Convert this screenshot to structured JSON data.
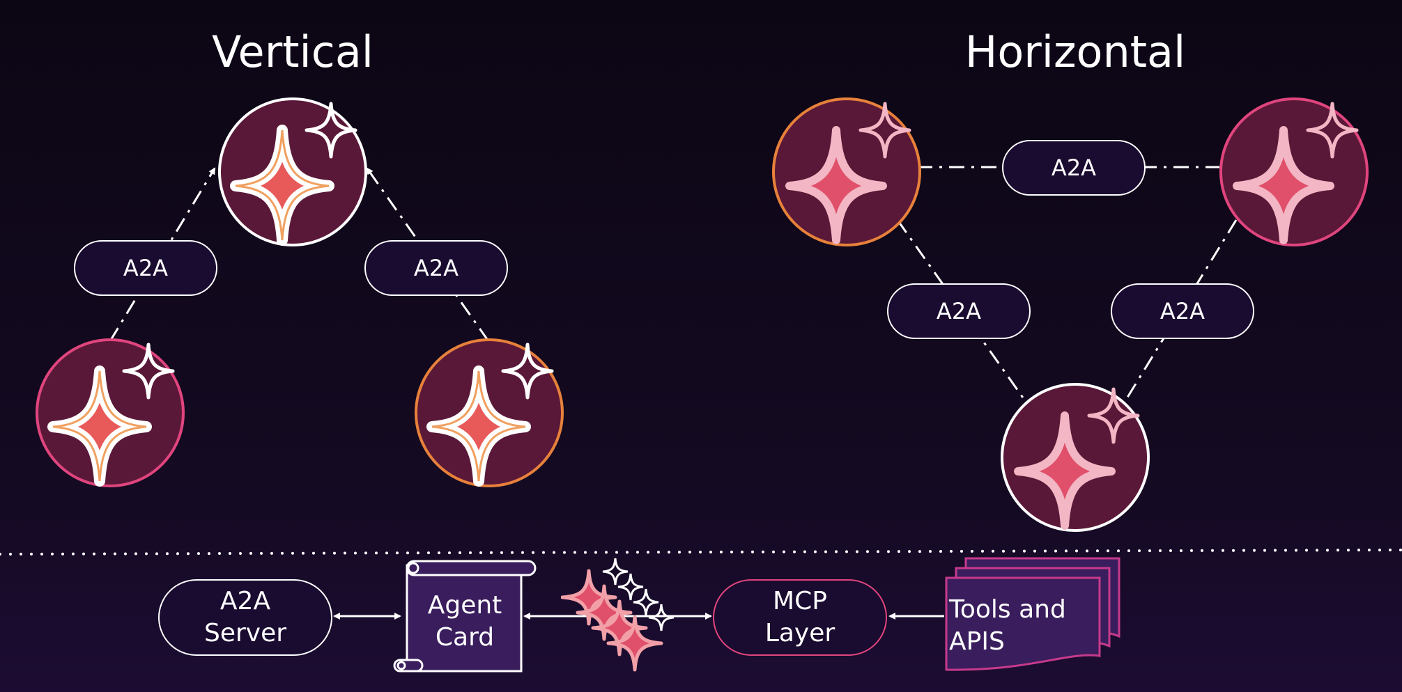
{
  "sections": {
    "vertical_title": "Vertical",
    "horizontal_title": "Horizontal"
  },
  "links": {
    "v_left": "A2A",
    "v_right": "A2A",
    "h_top": "A2A",
    "h_left": "A2A",
    "h_right": "A2A"
  },
  "flow": {
    "server_line1": "A2A",
    "server_line2": "Server",
    "card_line1": "Agent",
    "card_line2": "Card",
    "mcp_line1": "MCP",
    "mcp_line2": "Layer",
    "tools_line1": "Tools and",
    "tools_line2": "APIS"
  },
  "colors": {
    "background": "#100820",
    "pill_fill": "#1a0b30",
    "node_fill": "#5a1838",
    "ring_white": "#ffffff",
    "ring_pink": "#e0457e",
    "ring_orange": "#e7813b",
    "star_pink": "#e84a6a",
    "star_orange": "#f08a3c"
  },
  "icons": {
    "agent": "sparkle-icon",
    "arrow": "arrow-icon"
  }
}
